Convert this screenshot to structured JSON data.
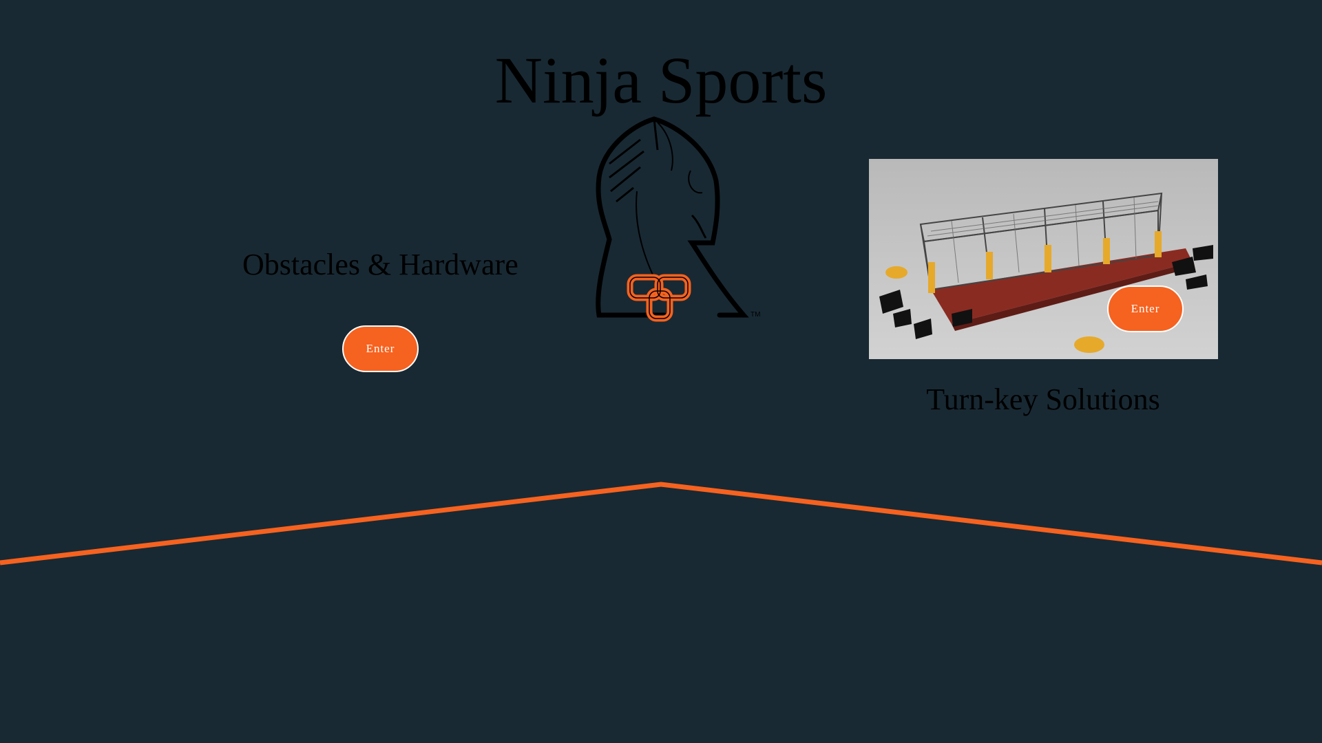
{
  "site": {
    "title": "Ninja Sports"
  },
  "colors": {
    "background": "#182933",
    "accent": "#f6621f",
    "button_text": "#ffffff",
    "heading_text": "#000000"
  },
  "logo": {
    "icon": "ninja-head-chain-logo-icon",
    "trademark": "TM"
  },
  "left_section": {
    "heading": "Obstacles & Hardware",
    "button_label": "Enter"
  },
  "right_section": {
    "heading": "Turn-key Solutions",
    "button_label": "Enter",
    "image_subject": "course-render-icon"
  }
}
